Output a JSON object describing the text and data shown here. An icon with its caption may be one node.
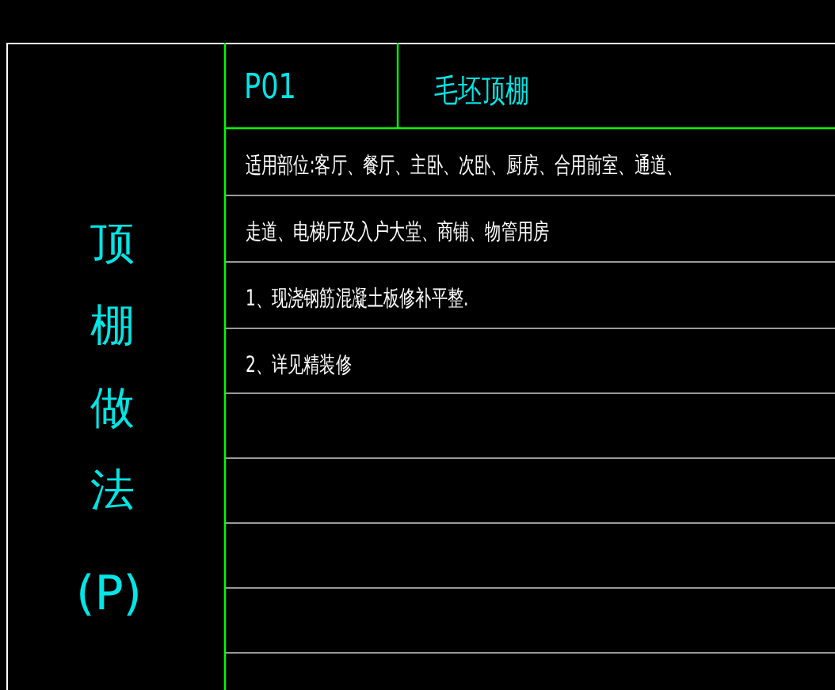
{
  "diagram": {
    "labels": [
      "顶棚做法",
      "(P)",
      "P01",
      "毛坯顶棚",
      "适用部位:客厅、餐厅、主卧、次卧、厨房、合用前室、通道、",
      "走道、电梯厅及入户大堂、商铺、物管用房",
      "1、现浇钢筋混凝土板修补平整.",
      "2、详见精装修"
    ]
  }
}
